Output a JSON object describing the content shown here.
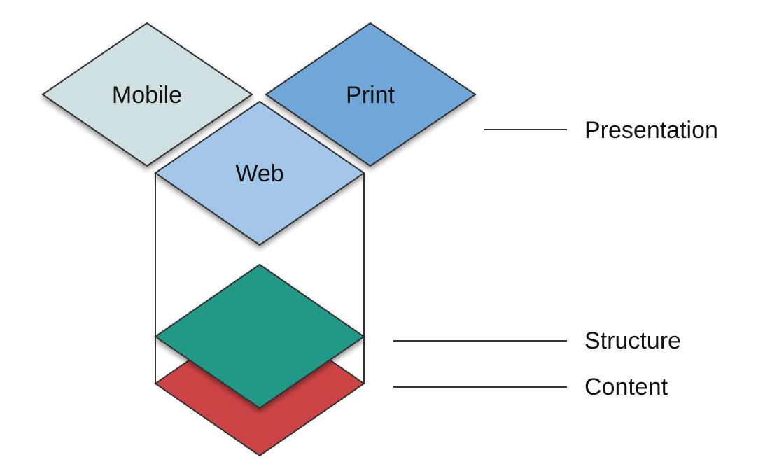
{
  "diagram": {
    "title": "",
    "stroke_color": "#333333",
    "layers": {
      "presentation": {
        "label": "Presentation",
        "items": [
          {
            "id": "mobile",
            "label": "Mobile",
            "fill": "#d0dfe2"
          },
          {
            "id": "print",
            "label": "Print",
            "fill": "#6fa7d8"
          },
          {
            "id": "web",
            "label": "Web",
            "fill": "#a3c6e8"
          }
        ]
      },
      "structure": {
        "label": "Structure",
        "fill": "#249986"
      },
      "content": {
        "label": "Content",
        "fill": "#cc4345"
      }
    }
  }
}
